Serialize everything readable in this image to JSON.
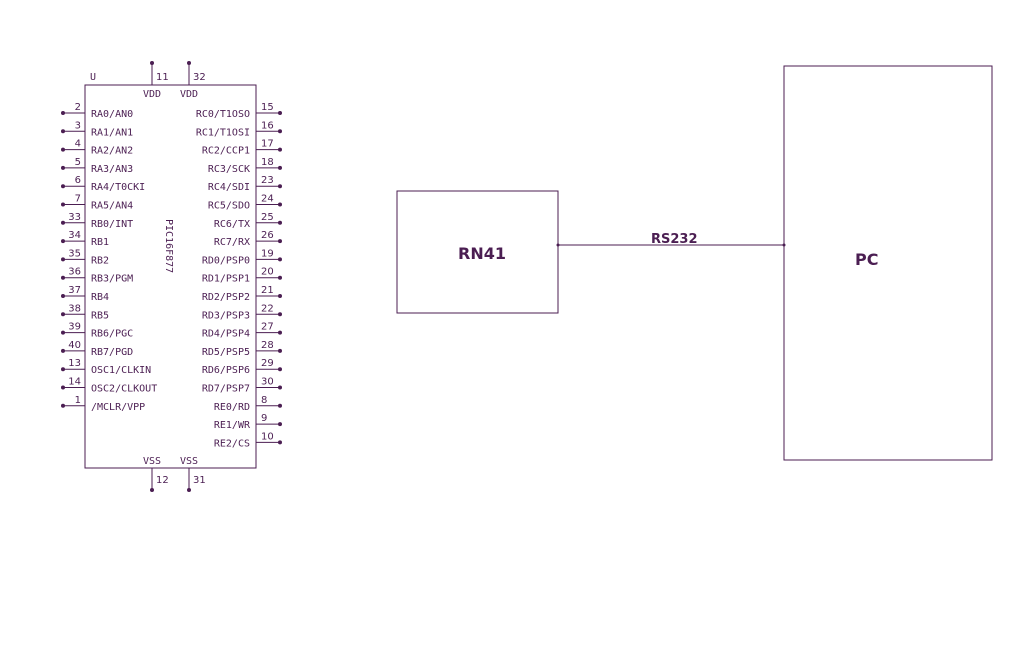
{
  "chip": {
    "designator": "U",
    "part": "PIC16F877",
    "top_pins": [
      {
        "num": "11",
        "label": "VDD"
      },
      {
        "num": "32",
        "label": "VDD"
      }
    ],
    "bottom_pins": [
      {
        "num": "12",
        "label": "VSS"
      },
      {
        "num": "31",
        "label": "VSS"
      }
    ],
    "left_pins": [
      {
        "num": "2",
        "label": "RA0/AN0"
      },
      {
        "num": "3",
        "label": "RA1/AN1"
      },
      {
        "num": "4",
        "label": "RA2/AN2"
      },
      {
        "num": "5",
        "label": "RA3/AN3"
      },
      {
        "num": "6",
        "label": "RA4/T0CKI"
      },
      {
        "num": "7",
        "label": "RA5/AN4"
      },
      {
        "num": "33",
        "label": "RB0/INT"
      },
      {
        "num": "34",
        "label": "RB1"
      },
      {
        "num": "35",
        "label": "RB2"
      },
      {
        "num": "36",
        "label": "RB3/PGM"
      },
      {
        "num": "37",
        "label": "RB4"
      },
      {
        "num": "38",
        "label": "RB5"
      },
      {
        "num": "39",
        "label": "RB6/PGC"
      },
      {
        "num": "40",
        "label": "RB7/PGD"
      },
      {
        "num": "13",
        "label": "OSC1/CLKIN"
      },
      {
        "num": "14",
        "label": "OSC2/CLKOUT"
      },
      {
        "num": "1",
        "label": "/MCLR/VPP"
      }
    ],
    "right_pins": [
      {
        "num": "15",
        "label": "RC0/T1OSO"
      },
      {
        "num": "16",
        "label": "RC1/T1OSI"
      },
      {
        "num": "17",
        "label": "RC2/CCP1"
      },
      {
        "num": "18",
        "label": "RC3/SCK"
      },
      {
        "num": "23",
        "label": "RC4/SDI"
      },
      {
        "num": "24",
        "label": "RC5/SDO"
      },
      {
        "num": "25",
        "label": "RC6/TX"
      },
      {
        "num": "26",
        "label": "RC7/RX"
      },
      {
        "num": "19",
        "label": "RD0/PSP0"
      },
      {
        "num": "20",
        "label": "RD1/PSP1"
      },
      {
        "num": "21",
        "label": "RD2/PSP2"
      },
      {
        "num": "22",
        "label": "RD3/PSP3"
      },
      {
        "num": "27",
        "label": "RD4/PSP4"
      },
      {
        "num": "28",
        "label": "RD5/PSP5"
      },
      {
        "num": "29",
        "label": "RD6/PSP6"
      },
      {
        "num": "30",
        "label": "RD7/PSP7"
      },
      {
        "num": "8",
        "label": "RE0/RD"
      },
      {
        "num": "9",
        "label": "RE1/WR"
      },
      {
        "num": "10",
        "label": "RE2/CS"
      }
    ]
  },
  "module": {
    "label": "RN41"
  },
  "computer": {
    "label": "PC"
  },
  "link": {
    "label": "RS232"
  },
  "colors": {
    "ink": "#4b1e52",
    "background": "#ffffff"
  }
}
